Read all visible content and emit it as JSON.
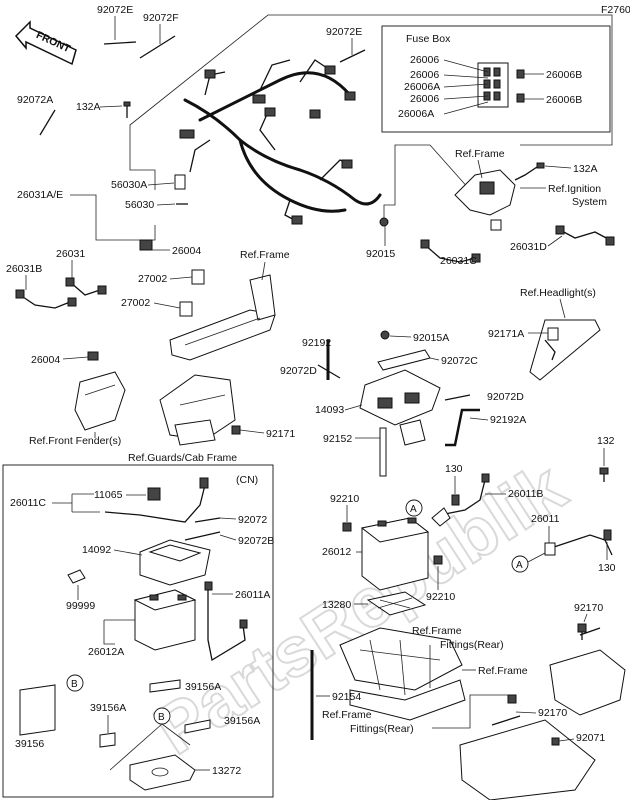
{
  "figure_code": "F2760",
  "watermark": "PartsRepublik",
  "front_arrow_label": "FRONT",
  "fuse_box": {
    "title": "Fuse Box",
    "left_labels": [
      "26006",
      "26006",
      "26006A",
      "26006",
      "26006A"
    ],
    "right_labels": [
      "26006B",
      "26006B"
    ]
  },
  "cn_label": "(CN)",
  "callouts": {
    "a_marker": "A",
    "b_marker": "B"
  },
  "labels": {
    "p92072E_a": "92072E",
    "p92072F": "92072F",
    "p92072E_b": "92072E",
    "p92072A": "92072A",
    "p132A_a": "132A",
    "p26031AE": "26031A/E",
    "p56030A": "56030A",
    "p56030": "56030",
    "p26004_a": "26004",
    "p92015": "92015",
    "ref_frame_a": "Ref.Frame",
    "p132A_b": "132A",
    "ref_ignition_1": "Ref.Ignition",
    "ref_ignition_2": "System",
    "p26031D": "26031D",
    "p26031C": "26031C",
    "p26031B": "26031B",
    "p26031": "26031",
    "p27002_a": "27002",
    "p27002_b": "27002",
    "ref_frame_b": "Ref.Frame",
    "ref_headlights": "Ref.Headlight(s)",
    "p92192": "92192",
    "p92015A": "92015A",
    "p92171A": "92171A",
    "p26004_b": "26004",
    "p92072D_a": "92072D",
    "p92072C": "92072C",
    "p92072D_b": "92072D",
    "p14093": "14093",
    "p92192A": "92192A",
    "p92171": "92171",
    "p92152": "92152",
    "ref_front_fender": "Ref.Front Fender(s)",
    "ref_guards": "Ref.Guards/Cab Frame",
    "p132": "132",
    "p130_a": "130",
    "p26011B": "26011B",
    "p26011C": "26011C",
    "p11065": "11065",
    "p92072": "92072",
    "p92072B": "92072B",
    "p14092": "14092",
    "p26011A": "26011A",
    "p99999": "99999",
    "p26012A": "26012A",
    "p39156A_a": "39156A",
    "p39156A_b": "39156A",
    "p39156A_c": "39156A",
    "p39156": "39156",
    "p13272": "13272",
    "p92210_a": "92210",
    "p26012": "26012",
    "p92210_b": "92210",
    "p26011": "26011",
    "p130_b": "130",
    "p13280": "13280",
    "ref_frame_fittings_1a": "Ref.Frame",
    "ref_frame_fittings_1b": "Fittings(Rear)",
    "ref_frame_c": "Ref.Frame",
    "p92154": "92154",
    "ref_frame_fittings_2a": "Ref.Frame",
    "ref_frame_fittings_2b": "Fittings(Rear)",
    "p92170_a": "92170",
    "p92170_b": "92170",
    "p92071": "92071"
  }
}
